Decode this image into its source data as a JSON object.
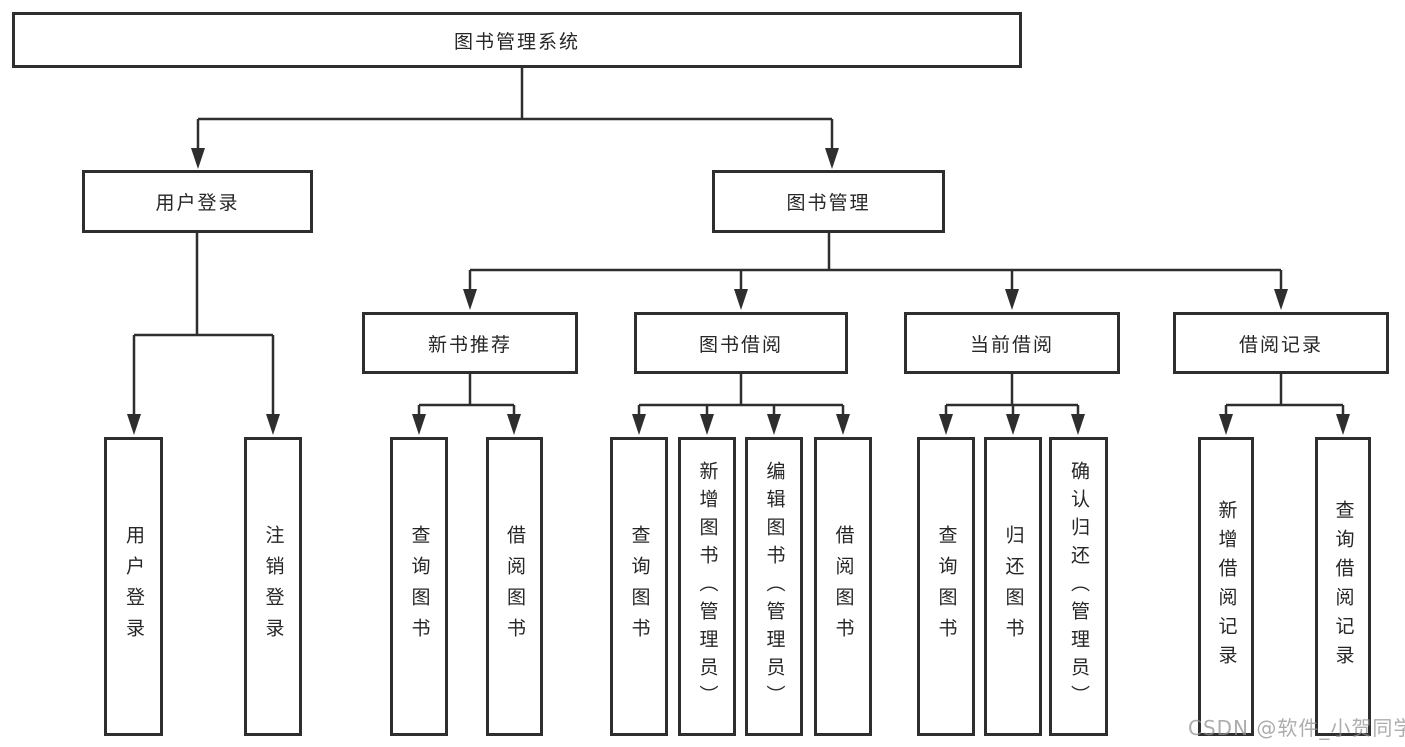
{
  "tree": {
    "label": "图书管理系统",
    "children": [
      {
        "label": "用户登录",
        "children": [
          {
            "label": "用户登录"
          },
          {
            "label": "注销登录"
          }
        ]
      },
      {
        "label": "图书管理",
        "children": [
          {
            "label": "新书推荐",
            "children": [
              {
                "label": "查询图书"
              },
              {
                "label": "借阅图书"
              }
            ]
          },
          {
            "label": "图书借阅",
            "children": [
              {
                "label": "查询图书"
              },
              {
                "label": "新增图书（管理员）"
              },
              {
                "label": "编辑图书（管理员）"
              },
              {
                "label": "借阅图书"
              }
            ]
          },
          {
            "label": "当前借阅",
            "children": [
              {
                "label": "查询图书"
              },
              {
                "label": "归还图书"
              },
              {
                "label": "确认归还（管理员）"
              }
            ]
          },
          {
            "label": "借阅记录",
            "children": [
              {
                "label": "新增借阅记录"
              },
              {
                "label": "查询借阅记录"
              }
            ]
          }
        ]
      }
    ]
  },
  "watermark": {
    "text": "CSDN @软件_小贺同学"
  },
  "colors": {
    "line": "#2e2e2e",
    "text": "#262626",
    "background": "#ffffff",
    "watermark": "#919191"
  }
}
